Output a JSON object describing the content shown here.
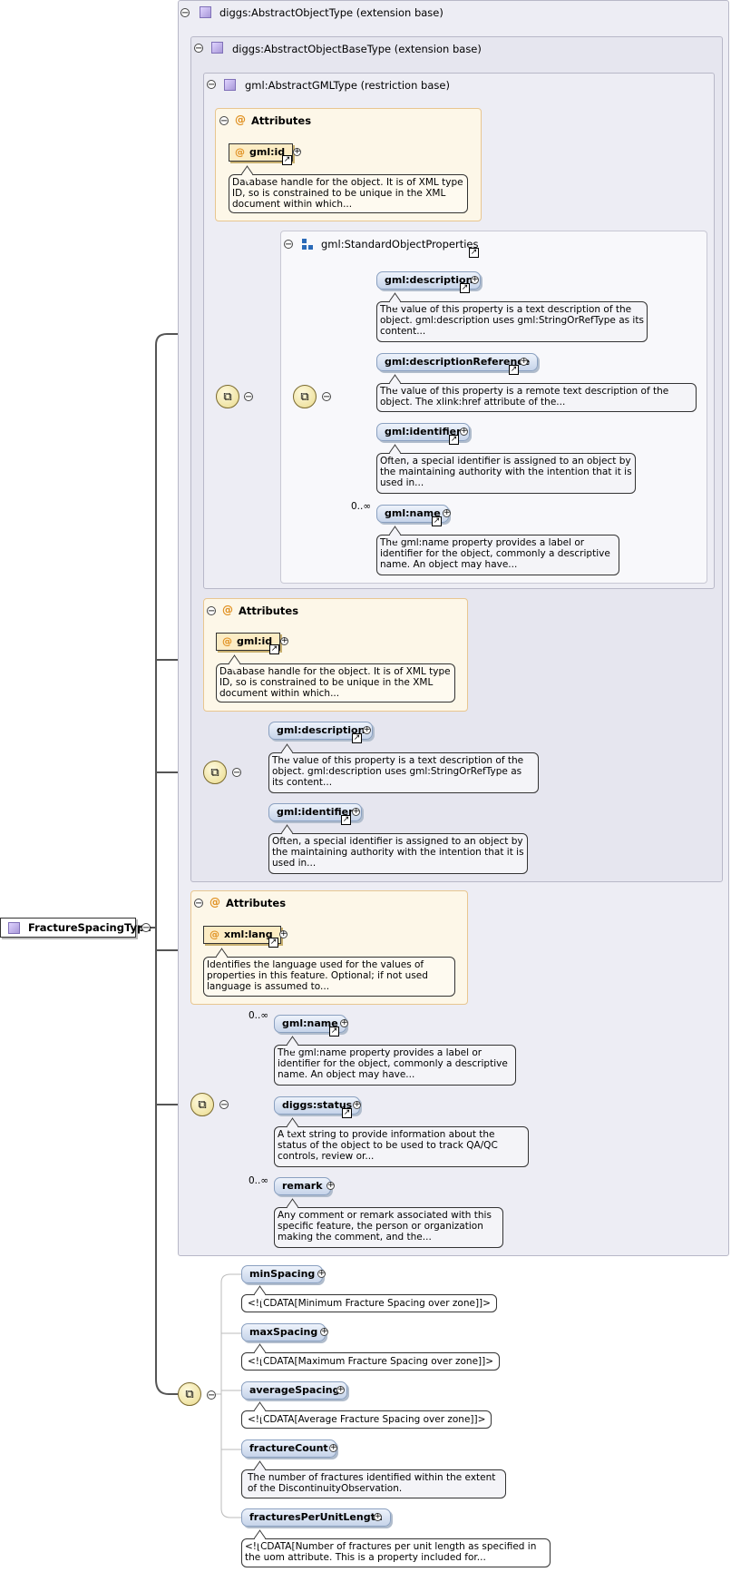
{
  "root": {
    "label": "FractureSpacingType"
  },
  "bases": {
    "abstract_object": "diggs:AbstractObjectType (extension base)",
    "abstract_object_base": "diggs:AbstractObjectBaseType (extension base)",
    "abstract_gml": "gml:AbstractGMLType (restriction base)"
  },
  "attributes_label": "Attributes",
  "gml_attr": {
    "name": "gml:id",
    "doc": "Database handle for the object. It is of XML type ID, so is constrained to be unique in the XML document within which..."
  },
  "std_props": {
    "label": "gml:StandardObjectProperties"
  },
  "std_elements": [
    {
      "name": "gml:description",
      "doc": "The value of this property is a text description of the object. gml:description uses gml:StringOrRefType as its content..."
    },
    {
      "name": "gml:descriptionReference",
      "doc": "The value of this property is a remote text description of the object. The xlink:href attribute of the..."
    },
    {
      "name": "gml:identifier",
      "doc": "Often, a special identifier is assigned to an object by the maintaining authority with the intention that it is used in..."
    },
    {
      "name": "gml:name",
      "card": "0..∞",
      "doc": "The gml:name property provides a label or identifier for the object, commonly a descriptive name. An object may have..."
    }
  ],
  "base_attr": {
    "name": "gml:id",
    "doc": "Database handle for the object. It is of XML type ID, so is constrained to be unique in the XML document within which..."
  },
  "base_elements": [
    {
      "name": "gml:description",
      "doc": "The value of this property is a text description of the object. gml:description uses gml:StringOrRefType as its content..."
    },
    {
      "name": "gml:identifier",
      "doc": "Often, a special identifier is assigned to an object by the maintaining authority with the intention that it is used in..."
    }
  ],
  "obj_attr": {
    "name": "xml:lang",
    "doc": "Identifies the language used for the values of properties in this feature. Optional; if not used language is assumed to..."
  },
  "obj_elements": [
    {
      "name": "gml:name",
      "card": "0..∞",
      "doc": "The gml:name property provides a label or identifier for the object, commonly a descriptive name. An object may have..."
    },
    {
      "name": "diggs:status",
      "doc": "A text string to provide information about the status of the object to be used to track QA/QC controls, review or..."
    },
    {
      "name": "remark",
      "card": "0..∞",
      "doc": "Any comment or remark associated with this specific feature, the person or organization making the comment, and the..."
    }
  ],
  "own_elements": [
    {
      "name": "minSpacing",
      "doc": "<![CDATA[Minimum Fracture Spacing over zone]]>"
    },
    {
      "name": "maxSpacing",
      "doc": "<![CDATA[Maximum Fracture Spacing over zone]]>"
    },
    {
      "name": "averageSpacing",
      "doc": "<![CDATA[Average Fracture Spacing over zone]]>"
    },
    {
      "name": "fractureCount",
      "doc": "The number of fractures identified within the extent of the DiscontinuityObservation."
    },
    {
      "name": "fracturesPerUnitLength",
      "doc": "<![CDATA[Number of fractures per unit length as specified in the uom attribute. This is a property included for..."
    }
  ],
  "icons": {
    "collapse": "minus-circle-icon",
    "expand": "plus-circle-icon",
    "reference": "arrow-link-icon",
    "sequence": "sequence-compositor-icon",
    "type": "complex-type-icon"
  }
}
